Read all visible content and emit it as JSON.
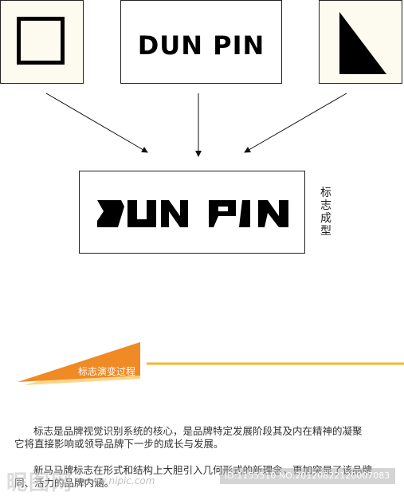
{
  "sources": {
    "wordmark": "DUN PIN"
  },
  "result": {
    "wordmark_letters": [
      "D",
      "U",
      "N",
      "P",
      "I",
      "N"
    ],
    "side_label": [
      "标",
      "志",
      "成",
      "型"
    ]
  },
  "section": {
    "banner_label": "标志演变过程",
    "accent_color": "#f08a24",
    "line_color": "#f4b62d"
  },
  "body_text": {
    "p1_line1": "标志是品牌视觉识别系统的核心，是品牌特定发展阶段其及内在精神的凝聚",
    "p1_line2": "它将直接影响或领导品牌下一步的成长与发展。",
    "p2_line1": "新马马牌标志在形式和结构上大胆引入几何形式的新理念，更加突显了该品牌",
    "p2_line2": "同、活力的品牌内涵。"
  },
  "watermark": {
    "site": "昵图网",
    "url": "www.nipic.com",
    "id": "ID:1155510 NO:20120822120007083"
  }
}
